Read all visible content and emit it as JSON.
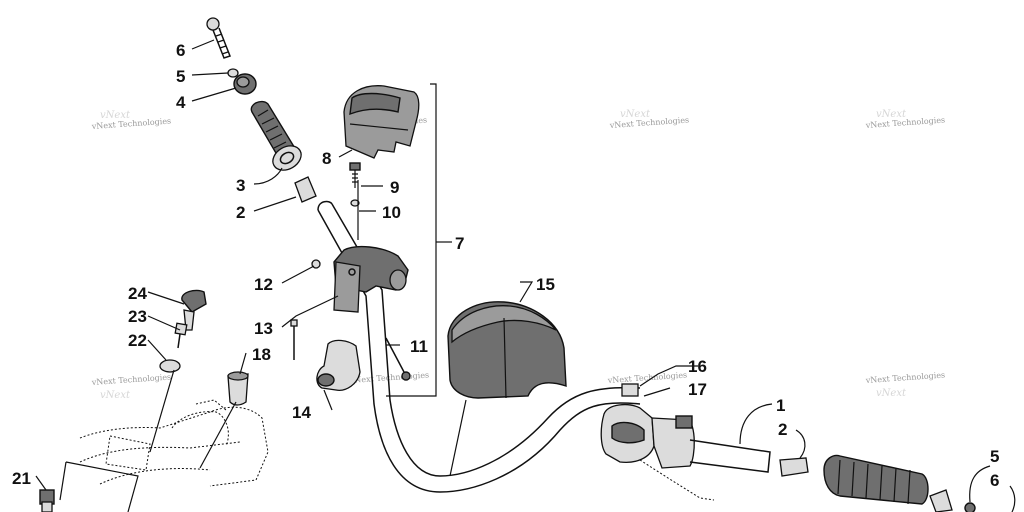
{
  "watermark": "vNext Technologies",
  "watermark_ghost": "vNext",
  "callouts": {
    "c1": "1",
    "c2a": "2",
    "c2b": "2",
    "c3": "3",
    "c4": "4",
    "c5a": "5",
    "c5b": "5",
    "c6a": "6",
    "c6b": "6",
    "c7": "7",
    "c8": "8",
    "c9": "9",
    "c10": "10",
    "c11": "11",
    "c12": "12",
    "c13": "13",
    "c14": "14",
    "c15": "15",
    "c16": "16",
    "c17": "17",
    "c18": "18",
    "c21": "21",
    "c22": "22",
    "c23": "23",
    "c24": "24"
  },
  "colors": {
    "ink": "#111111",
    "shade_dark": "#6f6f6f",
    "shade_mid": "#9b9b9b",
    "shade_light": "#dcdcdc",
    "watermark": "#9a9a9a"
  }
}
